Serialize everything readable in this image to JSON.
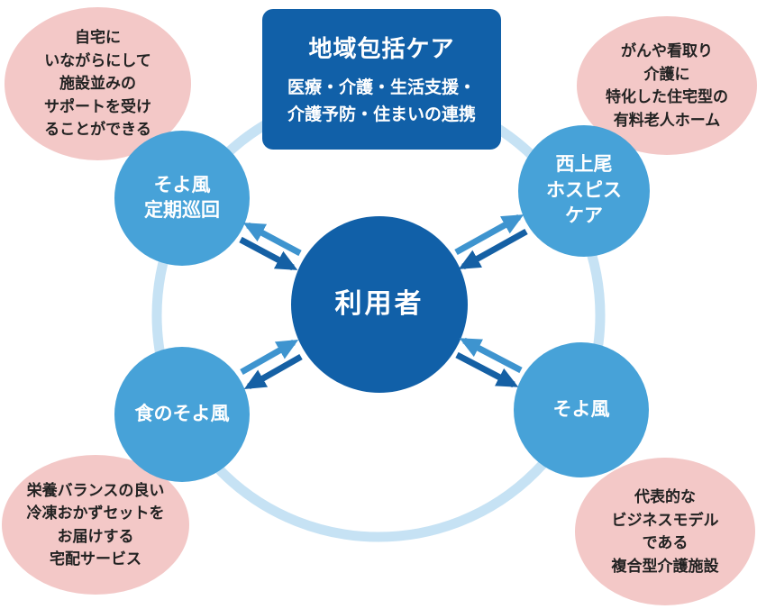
{
  "title_card": {
    "title": "地域包括ケア",
    "subtitle": "医療・介護・生活支援・\n介護予防・住まいの連携"
  },
  "center_node": {
    "label": "利用者"
  },
  "nodes": {
    "top_left": {
      "label": "そよ風\n定期巡回"
    },
    "top_right": {
      "label": "西上尾\nホスピス\nケア"
    },
    "bottom_left": {
      "label": "食のそよ風"
    },
    "bottom_right": {
      "label": "そよ風"
    }
  },
  "notes": {
    "top_left": "自宅に\nいながらにして\n施設並みの\nサポートを受け\nることができる",
    "top_right": "がんや看取り\n介護に\n特化した住宅型の\n有料老人ホーム",
    "bottom_left": "栄養バランスの良い\n冷凍おかずセットを\nお届けする\n宅配サービス",
    "bottom_right": "代表的な\nビジネスモデル\nである\n複合型介護施設"
  },
  "colors": {
    "navy": "#1160a8",
    "sky_blue": "#47a2d8",
    "ring_blue": "#c6e2f4",
    "pink": "#f3c8c7",
    "arrow_light": "#3e94cf",
    "arrow_dark": "#1560a4"
  }
}
